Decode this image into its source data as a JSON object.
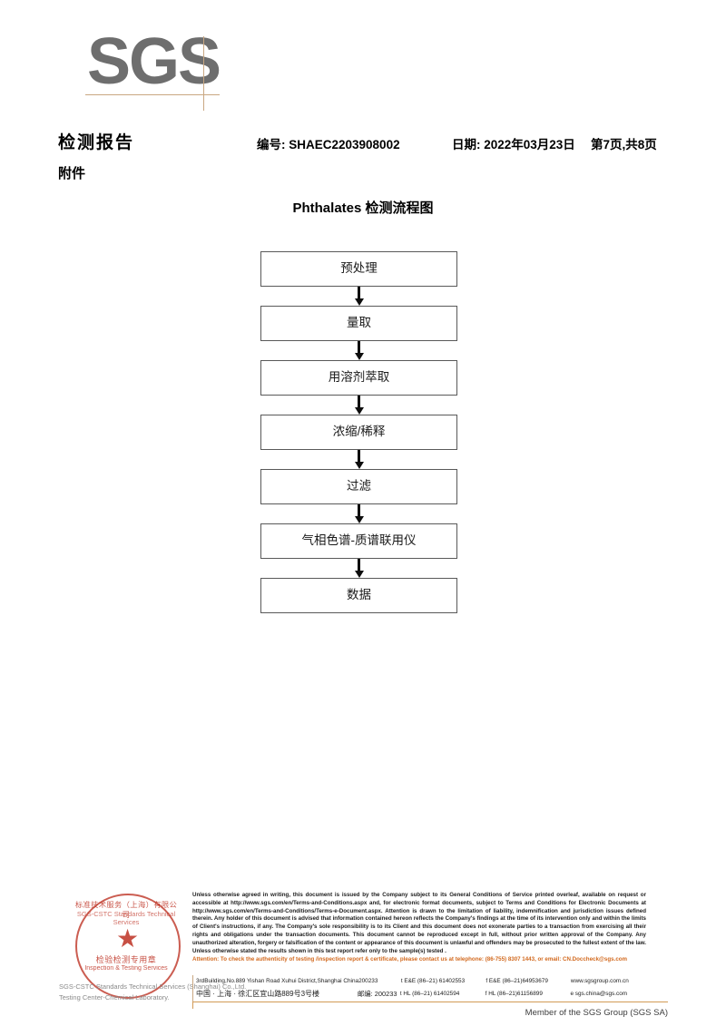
{
  "logo": {
    "text": "SGS",
    "accent_color": "#c9a782",
    "mark_color": "#6e6e6e"
  },
  "header": {
    "title": "检测报告",
    "subtitle": "附件",
    "report_no": "编号: SHAEC2203908002",
    "date": "日期: 2022年03月23日",
    "page": "第7页,共8页"
  },
  "flowchart": {
    "title": "Phthalates 检测流程图",
    "nodes": [
      {
        "label": "预处理"
      },
      {
        "label": "量取"
      },
      {
        "label": "用溶剂萃取"
      },
      {
        "label": "浓缩/稀释"
      },
      {
        "label": "过滤"
      },
      {
        "label": "气相色谱-质谱联用仪"
      },
      {
        "label": "数据"
      }
    ]
  },
  "seal": {
    "outer_cn": "标准技术服务（上海）有限公司",
    "outer_cn_small": "SGS-CSTC Standards Technical Services",
    "center_cn": "检验检测专用章",
    "center_en": "Inspection & Testing Services",
    "star": "★",
    "color": "#c0392b",
    "grey_line1": "SGS-CSTC Standards Technical Services (Shanghai) Co.,Ltd.",
    "grey_line2": "Testing Center-Chemical Laboratory."
  },
  "footer": {
    "legal": "Unless otherwise agreed in writing, this document is issued by the Company subject to its General Conditions of Service printed overleaf, available on request or accessible at http://www.sgs.com/en/Terms-and-Conditions.aspx and, for electronic format documents, subject to Terms and Conditions for Electronic Documents at http://www.sgs.com/en/Terms-and-Conditions/Terms-e-Document.aspx. Attention is drawn to the limitation of liability, indemnification and jurisdiction issues defined therein. Any holder of this document is advised that information contained hereon reflects the Company's findings at the time of its intervention only and within the limits of Client's instructions, if any. The Company's sole responsibility is to its Client and this document does not exonerate parties to a transaction from exercising all their rights and obligations under the transaction documents. This document cannot be reproduced except in full, without prior written approval of the Company. Any unauthorized alteration, forgery or falsification of the content or appearance of this document is unlawful and offenders may be prosecuted to the fullest extent of the law. Unless otherwise stated the results shown in this test report refer only to the sample(s) tested .",
    "attention": "Attention: To check the authenticity of testing /inspection report & certificate, please contact us at telephone: (86-755) 8307 1443, or email: CN.Doccheck@sgs.com",
    "attention_color": "#d2691e",
    "address_en": "3rdBuilding,No.889 Yishan Road Xuhui District,Shanghai China",
    "address_cn": "中国 · 上海 · 徐汇区宜山路889号3号楼",
    "zip_en": "200233",
    "zip_cn": "邮编: 200233",
    "tel1_en": "t E&E (86–21) 61402553",
    "tel2_en": "f E&E (86–21)64953679",
    "tel1_cn": "t HL (86–21) 61402594",
    "tel2_cn": "f HL (86–21)61156899",
    "website": "www.sgsgroup.com.cn",
    "email": "e  sgs.china@sgs.com",
    "member": "Member of the SGS Group (SGS SA)",
    "rule_color": "#d29a55"
  }
}
